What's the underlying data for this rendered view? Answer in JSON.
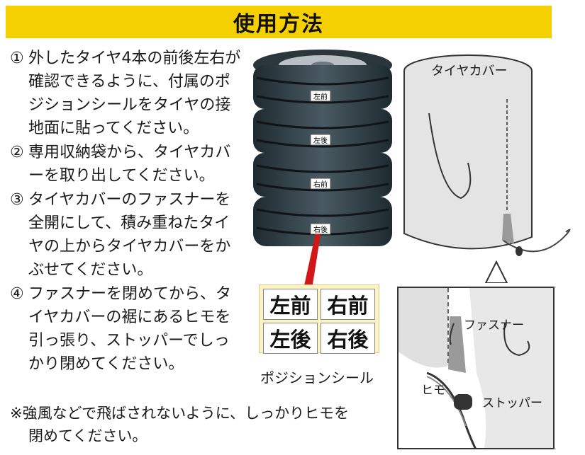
{
  "title": "使用方法",
  "steps": [
    {
      "num": "①",
      "text": "外したタイヤ4本の前後左右が確認できるように、付属のポジションシールをタイヤの接地面に貼ってください。"
    },
    {
      "num": "②",
      "text": "専用収納袋から、タイヤカバーを取り出してください。"
    },
    {
      "num": "③",
      "text": "タイヤカバーのファスナーを全開にして、積み重ねたタイヤの上からタイヤカバーをかぶせてください。"
    },
    {
      "num": "④",
      "text": "ファスナーを閉めてから、タイヤカバーの裾にあるヒモを引っ張り、ストッパーでしっかり閉めてください。"
    }
  ],
  "note": {
    "line1": "※強風などで飛ばされないように、しっかりヒモを",
    "line2": "閉めてください。"
  },
  "tire_labels": [
    "左前",
    "左後",
    "右前",
    "右後"
  ],
  "seal": {
    "cells": [
      "左前",
      "右前",
      "左後",
      "右後"
    ],
    "caption": "ポジションシール"
  },
  "cover": {
    "label": "タイヤカバー"
  },
  "detail": {
    "fastener": "ファスナー",
    "string": "ヒモ",
    "stopper": "ストッパー"
  },
  "colors": {
    "title_bg": "#f5d000",
    "pointer_red": "#d01818",
    "seal_bg": "#fbf3c4"
  }
}
